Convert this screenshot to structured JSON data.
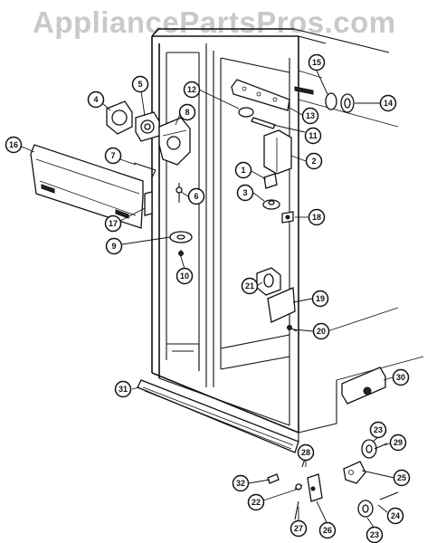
{
  "watermark": "AppliancePartsPros.com",
  "callouts": [
    {
      "id": "1",
      "label": "1"
    },
    {
      "id": "2",
      "label": "2"
    },
    {
      "id": "3",
      "label": "3"
    },
    {
      "id": "4",
      "label": "4"
    },
    {
      "id": "5",
      "label": "5"
    },
    {
      "id": "6",
      "label": "6"
    },
    {
      "id": "7",
      "label": "7"
    },
    {
      "id": "8",
      "label": "8"
    },
    {
      "id": "9",
      "label": "9"
    },
    {
      "id": "10",
      "label": "10"
    },
    {
      "id": "11",
      "label": "11"
    },
    {
      "id": "12",
      "label": "12"
    },
    {
      "id": "13",
      "label": "13"
    },
    {
      "id": "14",
      "label": "14"
    },
    {
      "id": "15",
      "label": "15"
    },
    {
      "id": "16",
      "label": "16"
    },
    {
      "id": "17",
      "label": "17"
    },
    {
      "id": "18",
      "label": "18"
    },
    {
      "id": "19",
      "label": "19"
    },
    {
      "id": "20",
      "label": "20"
    },
    {
      "id": "21",
      "label": "21"
    },
    {
      "id": "22",
      "label": "22"
    },
    {
      "id": "23a",
      "label": "23"
    },
    {
      "id": "23b",
      "label": "23"
    },
    {
      "id": "24",
      "label": "24"
    },
    {
      "id": "25",
      "label": "25"
    },
    {
      "id": "26",
      "label": "26"
    },
    {
      "id": "27",
      "label": "27"
    },
    {
      "id": "28",
      "label": "28"
    },
    {
      "id": "29",
      "label": "29"
    },
    {
      "id": "30",
      "label": "30"
    },
    {
      "id": "31",
      "label": "31"
    },
    {
      "id": "32",
      "label": "32"
    }
  ]
}
